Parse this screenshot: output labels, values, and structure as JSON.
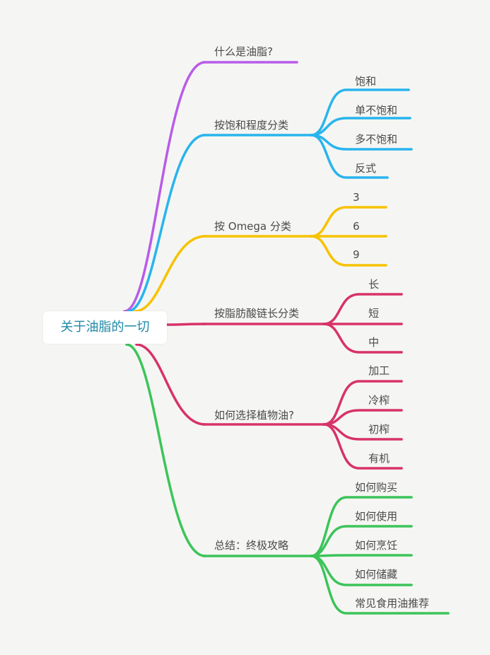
{
  "root": {
    "label": "关于油脂的一切"
  },
  "branches": [
    {
      "label": "什么是油脂?",
      "color": "#b95ce8",
      "children": []
    },
    {
      "label": "按饱和程度分类",
      "color": "#29b4ee",
      "children": [
        "饱和",
        "单不饱和",
        "多不饱和",
        "反式"
      ]
    },
    {
      "label": "按 Omega 分类",
      "color": "#f7c200",
      "children": [
        "3",
        "6",
        "9"
      ]
    },
    {
      "label": "按脂肪酸链长分类",
      "color": "#d8326a",
      "children": [
        "长",
        "短",
        "中"
      ]
    },
    {
      "label": "如何选择植物油?",
      "color": "#d8326a",
      "children": [
        "加工",
        "冷榨",
        "初榨",
        "有机"
      ]
    },
    {
      "label": "总结：终极攻略",
      "color": "#3cc45a",
      "children": [
        "如何购买",
        "如何使用",
        "如何烹饪",
        "如何储藏",
        "常见食用油推荐"
      ]
    }
  ]
}
